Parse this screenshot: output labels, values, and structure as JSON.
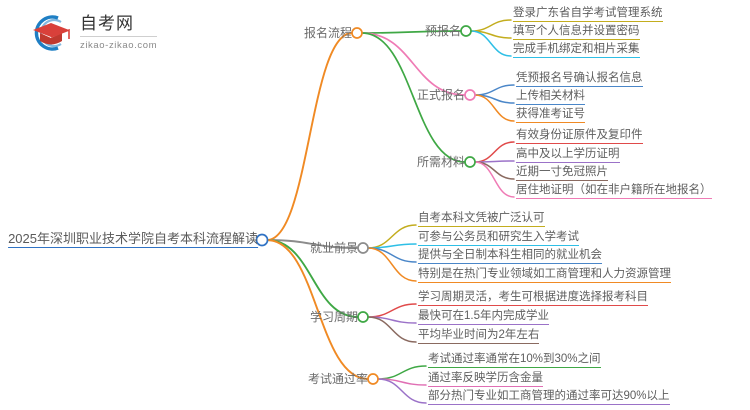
{
  "logo": {
    "title": "自考网",
    "domain": "zikao-zikao.com",
    "mark_icon": "graduation-cap-logo-icon",
    "arc_color": "#1f7fc4",
    "cap_color": "#d9403a"
  },
  "mindmap": {
    "root": {
      "label": "2025年深圳职业技术学院自考本科流程解读",
      "underline_color": "#2f72c4",
      "node_color": "#2f72c4"
    },
    "branches": [
      {
        "label": "报名流程",
        "color": "#f08a24",
        "children": [
          {
            "label": "预报名",
            "color": "#3fa845",
            "children": [
              {
                "label": "登录广东省自学考试管理系统",
                "color": "#c3ad1e"
              },
              {
                "label": "填写个人信息并设置密码",
                "color": "#c3ad1e"
              },
              {
                "label": "完成手机绑定和相片采集",
                "color": "#2ebfe6"
              }
            ]
          },
          {
            "label": "正式报名",
            "color": "#ef7bb5",
            "children": [
              {
                "label": "凭预报名号确认报名信息",
                "color": "#4a86c8"
              },
              {
                "label": "上传相关材料",
                "color": "#4a86c8"
              },
              {
                "label": "获得准考证号",
                "color": "#f08a24"
              }
            ]
          },
          {
            "label": "所需材料",
            "color": "#3fa845",
            "children": [
              {
                "label": "有效身份证原件及复印件",
                "color": "#e04a4a"
              },
              {
                "label": "高中及以上学历证明",
                "color": "#9b72c8"
              },
              {
                "label": "近期一寸免冠照片",
                "color": "#8a6a60"
              },
              {
                "label": "居住地证明（如在非户籍所在地报名）",
                "color": "#ef7bb5"
              }
            ]
          }
        ]
      },
      {
        "label": "就业前景",
        "color": "#8c8c8c",
        "children": [
          {
            "label": "自考本科文凭被广泛认可",
            "color": "#c3ad1e"
          },
          {
            "label": "可参与公务员和研究生入学考试",
            "color": "#2ebfe6"
          },
          {
            "label": "提供与全日制本科生相同的就业机会",
            "color": "#4a86c8"
          },
          {
            "label": "特别是在热门专业领域如工商管理和人力资源管理",
            "color": "#f08a24"
          }
        ]
      },
      {
        "label": "学习周期",
        "color": "#3fa845",
        "children": [
          {
            "label": "学习周期灵活，考生可根据进度选择报考科目",
            "color": "#e04a4a"
          },
          {
            "label": "最快可在1.5年内完成学业",
            "color": "#9b72c8"
          },
          {
            "label": "平均毕业时间为2年左右",
            "color": "#8a6a60"
          }
        ]
      },
      {
        "label": "考试通过率",
        "color": "#f08a24",
        "children": [
          {
            "label": "考试通过率通常在10%到30%之间",
            "color": "#3fa845"
          },
          {
            "label": "通过率反映学历含金量",
            "color": "#e06fb4"
          },
          {
            "label": "部分热门专业如工商管理的通过率可达90%以上",
            "color": "#9b72c8"
          }
        ]
      }
    ]
  }
}
